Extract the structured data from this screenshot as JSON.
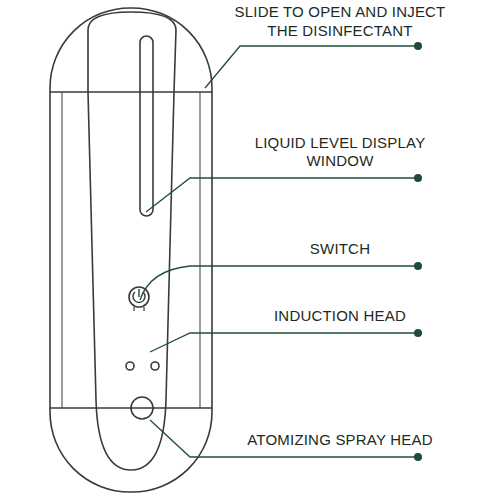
{
  "diagram": {
    "labels": [
      "SLIDE TO OPEN AND INJECT THE DISINFECTANT",
      "LIQUID LEVEL DISPLAY WINDOW",
      "SWITCH",
      "INDUCTION HEAD",
      "ATOMIZING SPRAY HEAD"
    ]
  }
}
